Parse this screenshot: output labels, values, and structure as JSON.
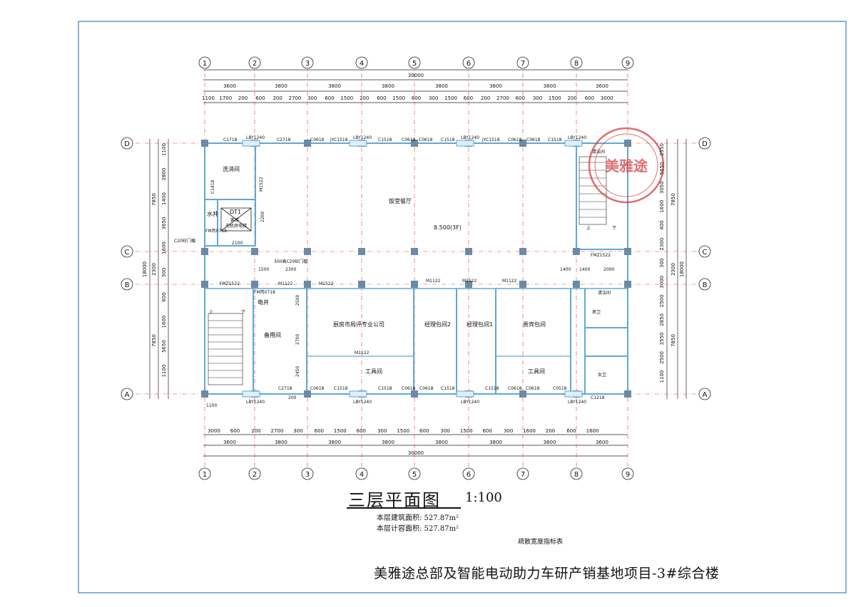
{
  "drawing": {
    "title": "三层平面图",
    "scale": "1:100",
    "floor_area": "本层建筑面积: 527.87m²",
    "calc_area": "本层计容面积: 527.87m²",
    "evac_note": "疏散宽度指标表",
    "project_title": "美雅途总部及智能电动助力车研产销基地项目-3#综合楼"
  },
  "axes": {
    "columns": [
      "1",
      "2",
      "3",
      "4",
      "5",
      "6",
      "7",
      "8",
      "9"
    ],
    "rows": [
      "A",
      "B",
      "C",
      "D"
    ]
  },
  "dimensions": {
    "total_width": "30000",
    "total_depth": "18000",
    "bay_widths": [
      "3600",
      "3800",
      "3800",
      "3800",
      "3800",
      "3800",
      "3800",
      "3600"
    ],
    "top_sub": [
      "1100",
      "1700",
      "200",
      "600",
      "200",
      "2700",
      "300",
      "600",
      "1500",
      "200",
      "600",
      "1500",
      "600",
      "300",
      "1500",
      "600",
      "200",
      "2700",
      "600",
      "300",
      "1500",
      "200",
      "600",
      "3000"
    ],
    "bottom_sub": [
      "3000",
      "600",
      "200",
      "2700",
      "300",
      "600",
      "1500",
      "600",
      "300",
      "1500",
      "600",
      "300",
      "1500",
      "600",
      "300",
      "1600",
      "200",
      "600",
      "1600"
    ],
    "left_dims": [
      "7850",
      "2300",
      "7850"
    ],
    "left_sub": [
      "1100",
      "2800",
      "1400",
      "3650",
      "1600",
      "300",
      "600",
      "1600",
      "5650",
      "1100"
    ],
    "right_dims": [
      "7850",
      "2300",
      "7850"
    ],
    "right_sub": [
      "2550",
      "5650",
      "3050",
      "1600",
      "400",
      "2300",
      "300",
      "3000",
      "2500",
      "2850",
      "2550",
      "2500",
      "1100"
    ]
  },
  "rooms": {
    "banquet_hall": "饭堂餐厅",
    "level": "8.500(3F)",
    "wash_room": "洗消间",
    "water_shaft": "水井",
    "elevator": "DT1",
    "elevator_note1": "客梯",
    "elevator_note2": "无机房电梯",
    "electric_shaft": "电井",
    "spare_room": "备用间",
    "kitchen": "厨房市局评专业公司",
    "private_room2": "经理包间2",
    "private_room1": "经理包间1",
    "vip_room": "贵宾包间",
    "tool_room1": "工具间",
    "tool_room2": "工具间",
    "cleaning": "清洁间",
    "male_wc": "男卫",
    "female_wc": "女卫",
    "cleaning_top": "清洁间",
    "up": "上",
    "down": "下"
  },
  "windows": {
    "c1718": "C1718",
    "lby1240": "LBY1240",
    "c2718": "C2718",
    "c0618": "C0618",
    "jyc1518": "JYC1518",
    "c1518": "C1518",
    "c1418": "C1418",
    "c0518": "C0518",
    "c1218": "C1218",
    "m1522": "M1522",
    "m1122": "M1122",
    "fmz1522": "FMZ1522",
    "fmb0718": "FM丙0718",
    "c20note": "C20砼门楣",
    "c20note2": "300高C20砼门槛",
    "dim2100": "2100",
    "dim2200": "2200",
    "dim1500": "1500",
    "dim2300": "2300",
    "dim2500": "2500",
    "dim2700": "2700",
    "dim2450": "2450",
    "dim1400a": "1400",
    "dim1400b": "1400",
    "dim2000": "2000",
    "dim1100": "1100",
    "dim200": "200"
  },
  "stamp_text": "美雅途",
  "colors": {
    "grid": "#1c1c1c",
    "wall_blue": "#5fa8d6",
    "axis_red": "#e23b3b",
    "column": "#6b8aa6",
    "stamp": "#d64040",
    "frame": "#3a7fc0"
  }
}
